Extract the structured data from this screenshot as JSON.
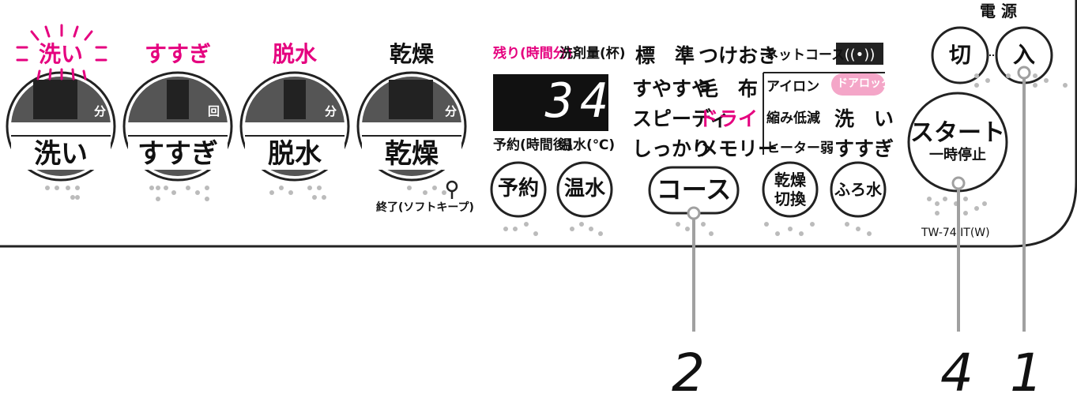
{
  "dials": [
    {
      "top_label": "洗い",
      "bottom_label": "洗い",
      "unit": "分",
      "highlighted": true
    },
    {
      "top_label": "すすぎ",
      "bottom_label": "すすぎ",
      "unit": "回",
      "highlighted": false
    },
    {
      "top_label": "脱水",
      "bottom_label": "脱水",
      "unit": "分",
      "highlighted": false
    },
    {
      "top_label": "乾燥",
      "bottom_label": "乾燥",
      "unit": "分",
      "highlighted": false
    }
  ],
  "end_label": "終了(ソフトキープ)",
  "display": {
    "remaining_label": "残り(時間分)",
    "detergent_label": "洗剤量(杯)",
    "digits": "34",
    "timer_label": "予約(時間後)",
    "warm_label": "温水(℃)"
  },
  "courses": {
    "col1": [
      "標　準",
      "すやすや",
      "スピーディ",
      "しっかり"
    ],
    "col2": [
      "つけおき",
      "毛　布",
      "ドライ",
      "メモリー"
    ],
    "col3": [
      "ネットコース",
      "アイロン",
      "縮み低減",
      "ヒーター弱"
    ],
    "col4": [
      "",
      "ドアロック",
      "洗　い",
      "すすぎ"
    ]
  },
  "buttons": {
    "timer": "予約",
    "warm": "温水",
    "course": "コース",
    "dry_switch": [
      "乾燥",
      "切換"
    ],
    "bath_water": "ふろ水",
    "off": "切",
    "on": "入",
    "start": "スタート",
    "pause": "一時停止"
  },
  "power_label": "電 源",
  "model": "TW-74 IT(W)",
  "callouts": [
    "2",
    "4",
    "1"
  ],
  "colors": {
    "accent": "#e5007f",
    "lock_pink": "#f4a6c8",
    "panel_line": "#222222",
    "dial_gray": "#444444",
    "leader": "#a0a0a0"
  }
}
